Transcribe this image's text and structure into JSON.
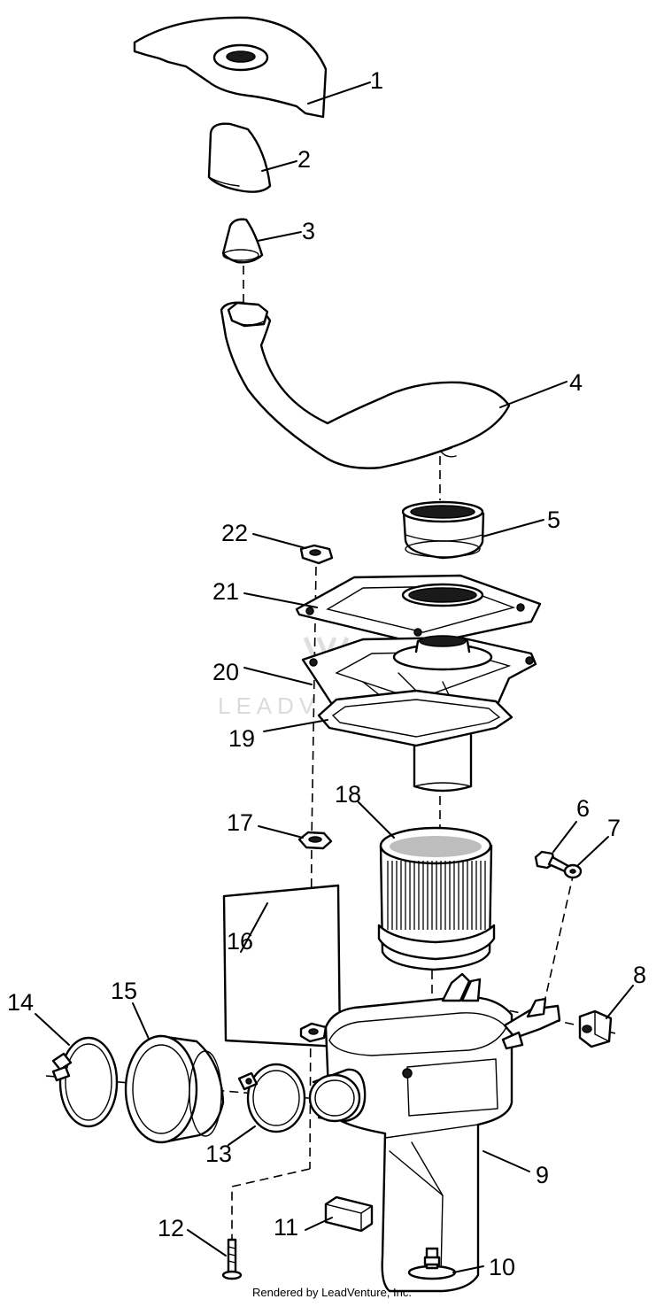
{
  "watermark": {
    "text": "LEADV"
  },
  "footer": {
    "text": "Rendered by LeadVenture, Inc."
  },
  "callouts": [
    {
      "id": "1",
      "label": "1"
    },
    {
      "id": "2",
      "label": "2"
    },
    {
      "id": "3",
      "label": "3"
    },
    {
      "id": "4",
      "label": "4"
    },
    {
      "id": "5",
      "label": "5"
    },
    {
      "id": "6",
      "label": "6"
    },
    {
      "id": "7",
      "label": "7"
    },
    {
      "id": "8",
      "label": "8"
    },
    {
      "id": "9",
      "label": "9"
    },
    {
      "id": "10",
      "label": "10"
    },
    {
      "id": "11",
      "label": "11"
    },
    {
      "id": "12",
      "label": "12"
    },
    {
      "id": "13",
      "label": "13"
    },
    {
      "id": "14",
      "label": "14"
    },
    {
      "id": "15",
      "label": "15"
    },
    {
      "id": "16",
      "label": "16"
    },
    {
      "id": "17",
      "label": "17"
    },
    {
      "id": "18",
      "label": "18"
    },
    {
      "id": "19",
      "label": "19"
    },
    {
      "id": "20",
      "label": "20"
    },
    {
      "id": "21",
      "label": "21"
    },
    {
      "id": "22",
      "label": "22"
    }
  ]
}
